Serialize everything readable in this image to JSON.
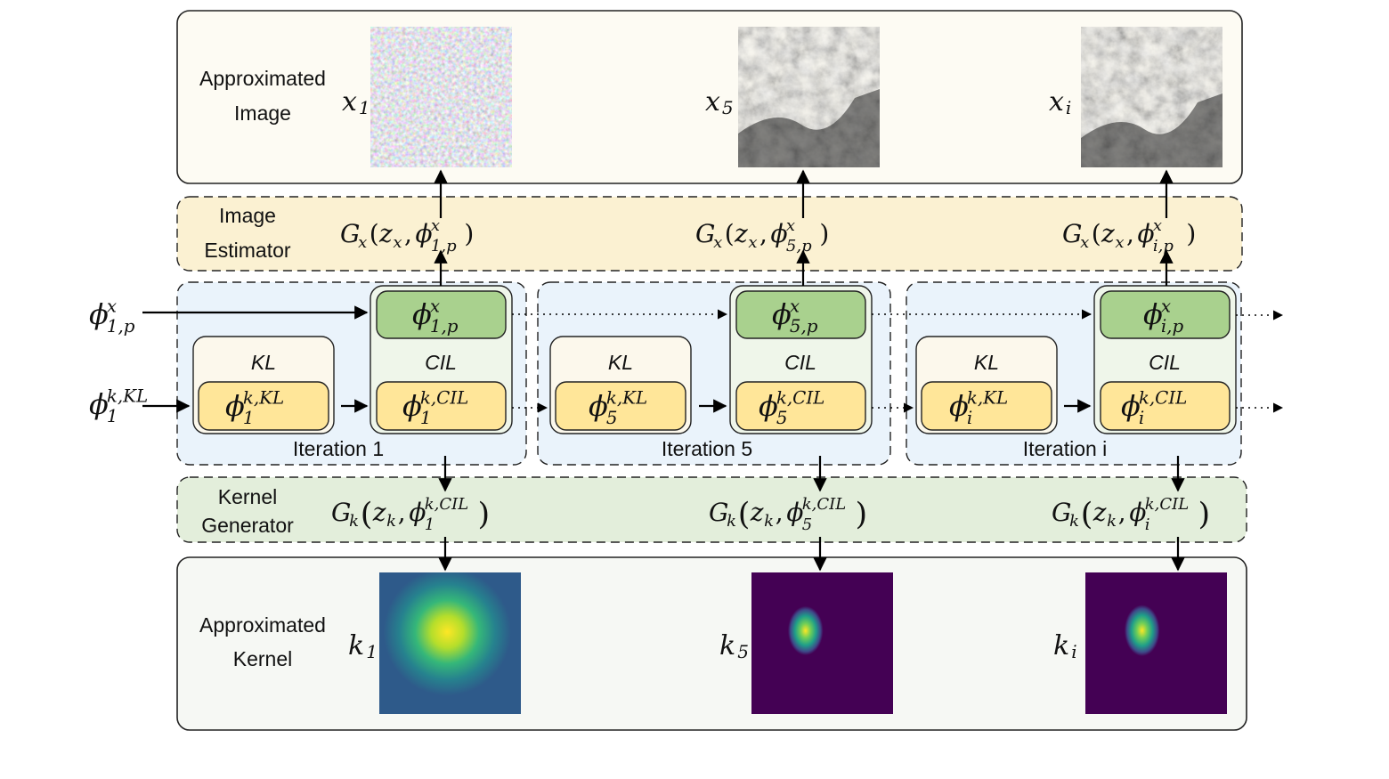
{
  "colors": {
    "image_panel": "#fdfbf3",
    "estimator_band": "#fbf1d2",
    "iteration_bg": "#eaf3fb",
    "kl_box": "#fcf8ec",
    "cil_box": "#eff6ea",
    "phi_x_box": "#a9d18e",
    "phi_k_box": "#ffe699",
    "kernel_band": "#e3eedb",
    "kernel_panel": "#f6f8f4",
    "kernel_dark_bg": "#440154",
    "kernel_first_bg": "#2e5a8a"
  },
  "top_panel": {
    "label_line1": "Approximated",
    "label_line2": "Image",
    "images": [
      {
        "symbol": "x",
        "sub": "1",
        "style": "noise"
      },
      {
        "symbol": "x",
        "sub": "5",
        "style": "moon"
      },
      {
        "symbol": "x",
        "sub": "i",
        "style": "moon"
      }
    ]
  },
  "estimator": {
    "label_line1": "Image",
    "label_line2": "Estimator",
    "formulas": [
      {
        "g": "G",
        "gsub": "x",
        "z": "z",
        "zsub": "x",
        "phi": "ϕ",
        "sup": "x",
        "sub": "1,p"
      },
      {
        "g": "G",
        "gsub": "x",
        "z": "z",
        "zsub": "x",
        "phi": "ϕ",
        "sup": "x",
        "sub": "5,p"
      },
      {
        "g": "G",
        "gsub": "x",
        "z": "z",
        "zsub": "x",
        "phi": "ϕ",
        "sup": "x",
        "sub": "i,p"
      }
    ]
  },
  "inputs": {
    "phi_x": {
      "phi": "ϕ",
      "sup": "x",
      "sub": "1,p"
    },
    "phi_k": {
      "phi": "ϕ",
      "sup": "k,KL",
      "sub": "1"
    }
  },
  "iterations": [
    {
      "label": "Iteration 1",
      "kl_label": "KL",
      "cil_label": "CIL",
      "phi_x": {
        "sup": "x",
        "sub": "1,p"
      },
      "phi_kl": {
        "sup": "k,KL",
        "sub": "1"
      },
      "phi_cil": {
        "sup": "k,CIL",
        "sub": "1"
      }
    },
    {
      "label": "Iteration 5",
      "kl_label": "KL",
      "cil_label": "CIL",
      "phi_x": {
        "sup": "x",
        "sub": "5,p"
      },
      "phi_kl": {
        "sup": "k,KL",
        "sub": "5"
      },
      "phi_cil": {
        "sup": "k,CIL",
        "sub": "5"
      }
    },
    {
      "label": "Iteration i",
      "kl_label": "KL",
      "cil_label": "CIL",
      "phi_x": {
        "sup": "x",
        "sub": "i,p"
      },
      "phi_kl": {
        "sup": "k,KL",
        "sub": "i"
      },
      "phi_cil": {
        "sup": "k,CIL",
        "sub": "i"
      }
    }
  ],
  "generator": {
    "label_line1": "Kernel",
    "label_line2": "Generator",
    "formulas": [
      {
        "g": "G",
        "gsub": "k",
        "z": "z",
        "zsub": "k",
        "phi": "ϕ",
        "sup": "k,CIL",
        "sub": "1"
      },
      {
        "g": "G",
        "gsub": "k",
        "z": "z",
        "zsub": "k",
        "phi": "ϕ",
        "sup": "k,CIL",
        "sub": "5"
      },
      {
        "g": "G",
        "gsub": "k",
        "z": "z",
        "zsub": "k",
        "phi": "ϕ",
        "sup": "k,CIL",
        "sub": "i"
      }
    ]
  },
  "bottom_panel": {
    "label_line1": "Approximated",
    "label_line2": "Kernel",
    "kernels": [
      {
        "symbol": "k",
        "sub": "1",
        "style": "blurred"
      },
      {
        "symbol": "k",
        "sub": "5",
        "style": "sharp"
      },
      {
        "symbol": "k",
        "sub": "i",
        "style": "sharp"
      }
    ]
  }
}
